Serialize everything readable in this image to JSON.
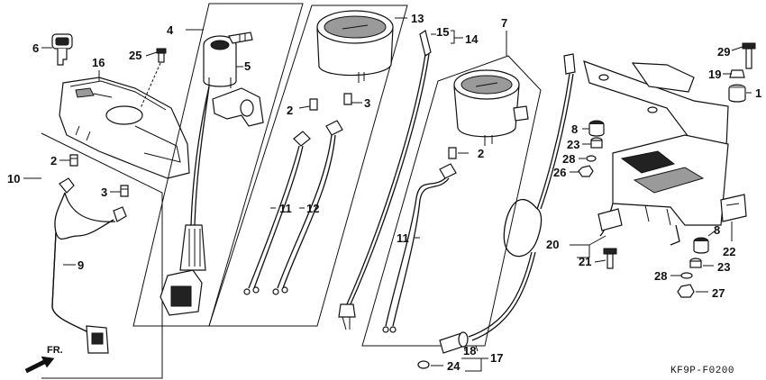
{
  "diagram": {
    "code": "KF9P-F0200",
    "direction_label": "FR.",
    "labels": {
      "l6": "6",
      "l16": "16",
      "l25": "25",
      "l4": "4",
      "l5": "5",
      "l10": "10",
      "l2a": "2",
      "l3a": "3",
      "l9": "9",
      "l2b": "2",
      "l3b": "3",
      "l11a": "11",
      "l12": "12",
      "l13": "13",
      "l15": "15",
      "l14": "14",
      "l7": "7",
      "l2c": "2",
      "l11b": "11",
      "l18": "18",
      "l24": "24",
      "l17": "17",
      "l29": "29",
      "l19": "19",
      "l1": "1",
      "l8a": "8",
      "l23a": "23",
      "l28a": "28",
      "l26": "26",
      "l20": "20",
      "l21": "21",
      "l8b": "8",
      "l22": "22",
      "l23b": "23",
      "l28b": "28",
      "l27": "27"
    }
  }
}
